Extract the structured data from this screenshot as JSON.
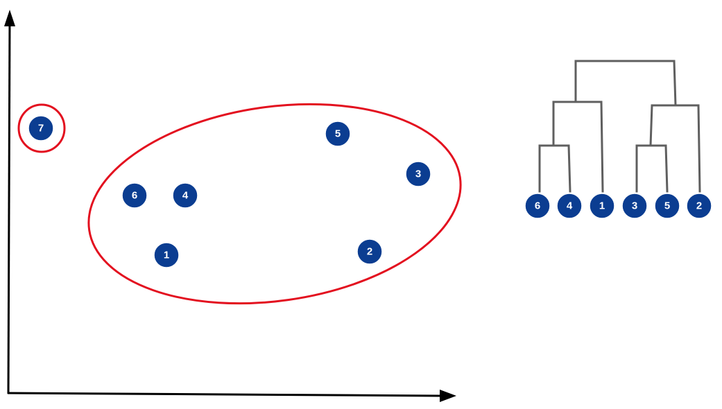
{
  "colors": {
    "node_fill": "#0b3d91",
    "node_stroke": "#ffffff",
    "cluster_outline": "#e3101f",
    "axis": "#000000",
    "dendrogram_line": "#5f5f5f"
  },
  "scatter": {
    "points": [
      {
        "label": "7"
      },
      {
        "label": "5"
      },
      {
        "label": "3"
      },
      {
        "label": "6"
      },
      {
        "label": "4"
      },
      {
        "label": "1"
      },
      {
        "label": "2"
      }
    ]
  },
  "dendrogram": {
    "leaves": [
      {
        "label": "6"
      },
      {
        "label": "4"
      },
      {
        "label": "1"
      },
      {
        "label": "3"
      },
      {
        "label": "5"
      },
      {
        "label": "2"
      }
    ]
  }
}
